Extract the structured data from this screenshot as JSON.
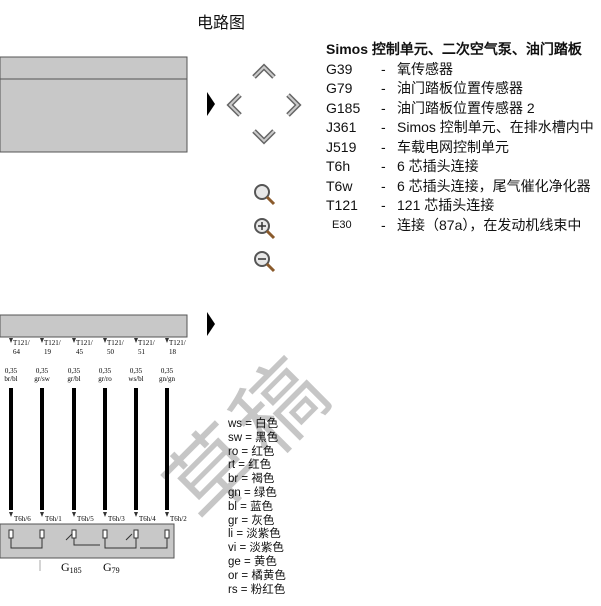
{
  "page_title": "电路图",
  "legend": {
    "heading": "Simos 控制单元、二次空气泵、油门踏板",
    "items": [
      {
        "code": "G39",
        "dash": "-",
        "text": "氧传感器"
      },
      {
        "code": "G79",
        "dash": "-",
        "text": "油门踏板位置传感器"
      },
      {
        "code": "G185",
        "dash": "-",
        "text": "油门踏板位置传感器 2"
      },
      {
        "code": "J361",
        "dash": "-",
        "text": "Simos 控制单元、在排水槽内中"
      },
      {
        "code": "J519",
        "dash": "-",
        "text": "车载电网控制单元"
      },
      {
        "code": "T6h",
        "dash": "-",
        "text": "6 芯插头连接"
      },
      {
        "code": "T6w",
        "dash": "-",
        "text": "6 芯插头连接，尾气催化净化器"
      },
      {
        "code": "T121",
        "dash": "-",
        "text": "121 芯插头连接"
      },
      {
        "code": "E30",
        "dash": "-",
        "text": "连接（87a），在发动机线束中"
      }
    ]
  },
  "colors": [
    {
      "abbr": "ws",
      "name": "白色"
    },
    {
      "abbr": "sw",
      "name": "黑色"
    },
    {
      "abbr": "ro",
      "name": "红色"
    },
    {
      "abbr": "rt",
      "name": "红色"
    },
    {
      "abbr": "br",
      "name": "褐色"
    },
    {
      "abbr": "gn",
      "name": "绿色"
    },
    {
      "abbr": "bl",
      "name": "蓝色"
    },
    {
      "abbr": "gr",
      "name": "灰色"
    },
    {
      "abbr": "li",
      "name": "淡紫色"
    },
    {
      "abbr": "vi",
      "name": "淡紫色"
    },
    {
      "abbr": "ge",
      "name": "黄色"
    },
    {
      "abbr": "or",
      "name": "橘黄色"
    },
    {
      "abbr": "rs",
      "name": "粉红色"
    }
  ],
  "watermark": "草稿",
  "diagram": {
    "top_connectors": [
      "T121/\n64",
      "T121/\n19",
      "T121/\n45",
      "T121/\n50",
      "T121/\n51",
      "T121/\n18"
    ],
    "wires": [
      {
        "size": "0,35",
        "color": "br/bl"
      },
      {
        "size": "0,35",
        "color": "gr/sw"
      },
      {
        "size": "0,35",
        "color": "gr/bl"
      },
      {
        "size": "0,35",
        "color": "gr/ro"
      },
      {
        "size": "0,35",
        "color": "ws/bl"
      },
      {
        "size": "0,35",
        "color": "gn/gn"
      }
    ],
    "bottom_connectors": [
      "T6h/6",
      "T6h/1",
      "T6h/5",
      "T6h/3",
      "T6h/4",
      "T6h/2"
    ],
    "components": [
      {
        "name": "G",
        "sub": "185"
      },
      {
        "name": "G",
        "sub": "79"
      }
    ]
  },
  "icons": [
    "pan-up-icon",
    "pan-left-icon",
    "pan-right-icon",
    "pan-down-icon",
    "zoom-icon",
    "zoom-in-icon",
    "zoom-out-icon",
    "expand-arrow-icon"
  ]
}
